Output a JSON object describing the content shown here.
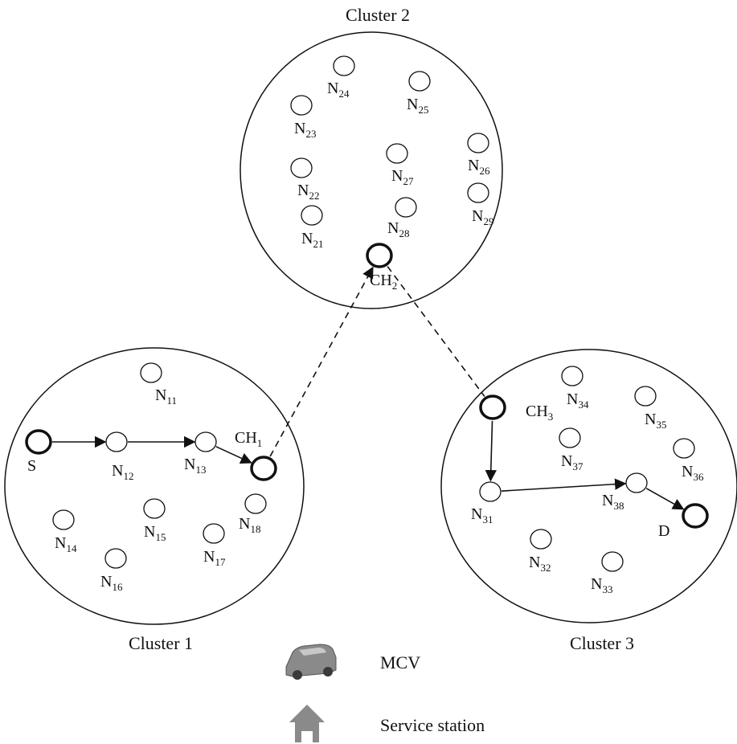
{
  "colors": {
    "stroke": "#111111",
    "vehicle": "#8a8a8a",
    "station": "#8a8a8a"
  },
  "clusters": [
    {
      "id": "c2",
      "label": "Cluster 2"
    },
    {
      "id": "c1",
      "label": "Cluster 1"
    },
    {
      "id": "c3",
      "label": "Cluster 3"
    }
  ],
  "nodes": [
    {
      "id": "N24",
      "base": "N",
      "sub": "24"
    },
    {
      "id": "N25",
      "base": "N",
      "sub": "25"
    },
    {
      "id": "N23",
      "base": "N",
      "sub": "23"
    },
    {
      "id": "N26",
      "base": "N",
      "sub": "26"
    },
    {
      "id": "N27",
      "base": "N",
      "sub": "27"
    },
    {
      "id": "N22",
      "base": "N",
      "sub": "22"
    },
    {
      "id": "N29",
      "base": "N",
      "sub": "29"
    },
    {
      "id": "N28",
      "base": "N",
      "sub": "28"
    },
    {
      "id": "N21",
      "base": "N",
      "sub": "21"
    },
    {
      "id": "CH2",
      "base": "CH",
      "sub": "2",
      "head": true
    },
    {
      "id": "N11",
      "base": "N",
      "sub": "11"
    },
    {
      "id": "S",
      "base": "S",
      "sub": "",
      "head": true
    },
    {
      "id": "N12",
      "base": "N",
      "sub": "12"
    },
    {
      "id": "N13",
      "base": "N",
      "sub": "13"
    },
    {
      "id": "CH1",
      "base": "CH",
      "sub": "1",
      "head": true
    },
    {
      "id": "N14",
      "base": "N",
      "sub": "14"
    },
    {
      "id": "N15",
      "base": "N",
      "sub": "15"
    },
    {
      "id": "N16",
      "base": "N",
      "sub": "16"
    },
    {
      "id": "N17",
      "base": "N",
      "sub": "17"
    },
    {
      "id": "N18",
      "base": "N",
      "sub": "18"
    },
    {
      "id": "N34",
      "base": "N",
      "sub": "34"
    },
    {
      "id": "CH3",
      "base": "CH",
      "sub": "3",
      "head": true
    },
    {
      "id": "N35",
      "base": "N",
      "sub": "35"
    },
    {
      "id": "N37",
      "base": "N",
      "sub": "37"
    },
    {
      "id": "N36",
      "base": "N",
      "sub": "36"
    },
    {
      "id": "N31",
      "base": "N",
      "sub": "31"
    },
    {
      "id": "N38",
      "base": "N",
      "sub": "38"
    },
    {
      "id": "D",
      "base": "D",
      "sub": "",
      "head": true
    },
    {
      "id": "N32",
      "base": "N",
      "sub": "32"
    },
    {
      "id": "N33",
      "base": "N",
      "sub": "33"
    }
  ],
  "edges": [
    {
      "from": "S",
      "to": "N12",
      "style": "solid"
    },
    {
      "from": "N12",
      "to": "N13",
      "style": "solid"
    },
    {
      "from": "N13",
      "to": "CH1",
      "style": "solid"
    },
    {
      "from": "CH1",
      "to": "CH2",
      "style": "dashed"
    },
    {
      "from": "CH2",
      "to": "CH3",
      "style": "dashed-plain"
    },
    {
      "from": "CH3",
      "to": "N31",
      "style": "solid"
    },
    {
      "from": "N31",
      "to": "N38",
      "style": "solid"
    },
    {
      "from": "N38",
      "to": "D",
      "style": "solid"
    }
  ],
  "legend": [
    {
      "icon": "car-icon",
      "label": "MCV"
    },
    {
      "icon": "house-icon",
      "label": "Service station"
    }
  ]
}
